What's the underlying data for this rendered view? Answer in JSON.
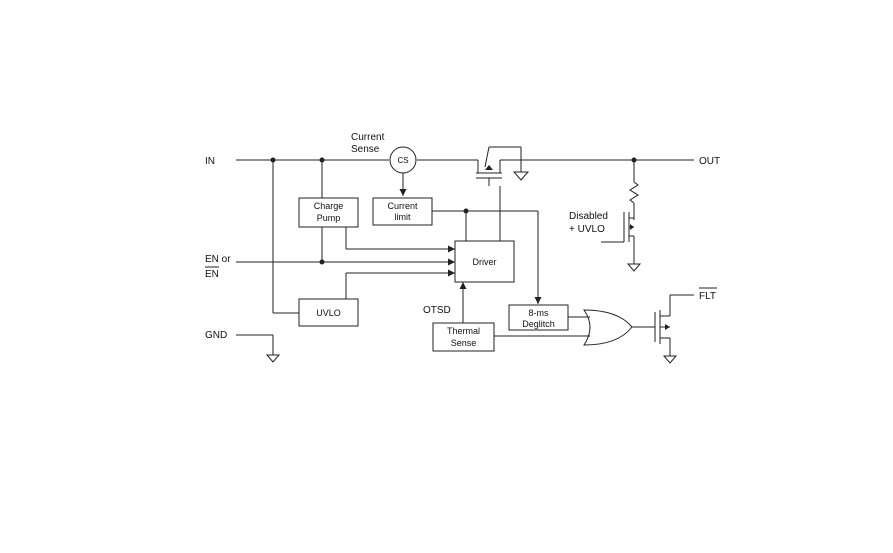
{
  "pins": {
    "in": "IN",
    "out": "OUT",
    "en_line1": "EN or",
    "en_line2": "EN",
    "gnd": "GND",
    "flt": "FLT"
  },
  "labels": {
    "current_sense_line1": "Current",
    "current_sense_line2": "Sense",
    "cs": "CS",
    "otsd": "OTSD",
    "disabled_line1": "Disabled",
    "disabled_line2": "+ UVLO"
  },
  "blocks": {
    "charge_pump_line1": "Charge",
    "charge_pump_line2": "Pump",
    "current_limit_line1": "Current",
    "current_limit_line2": "limit",
    "driver": "Driver",
    "uvlo": "UVLO",
    "deglitch_line1": "8-ms",
    "deglitch_line2": "Deglitch",
    "thermal_line1": "Thermal",
    "thermal_line2": "Sense"
  }
}
